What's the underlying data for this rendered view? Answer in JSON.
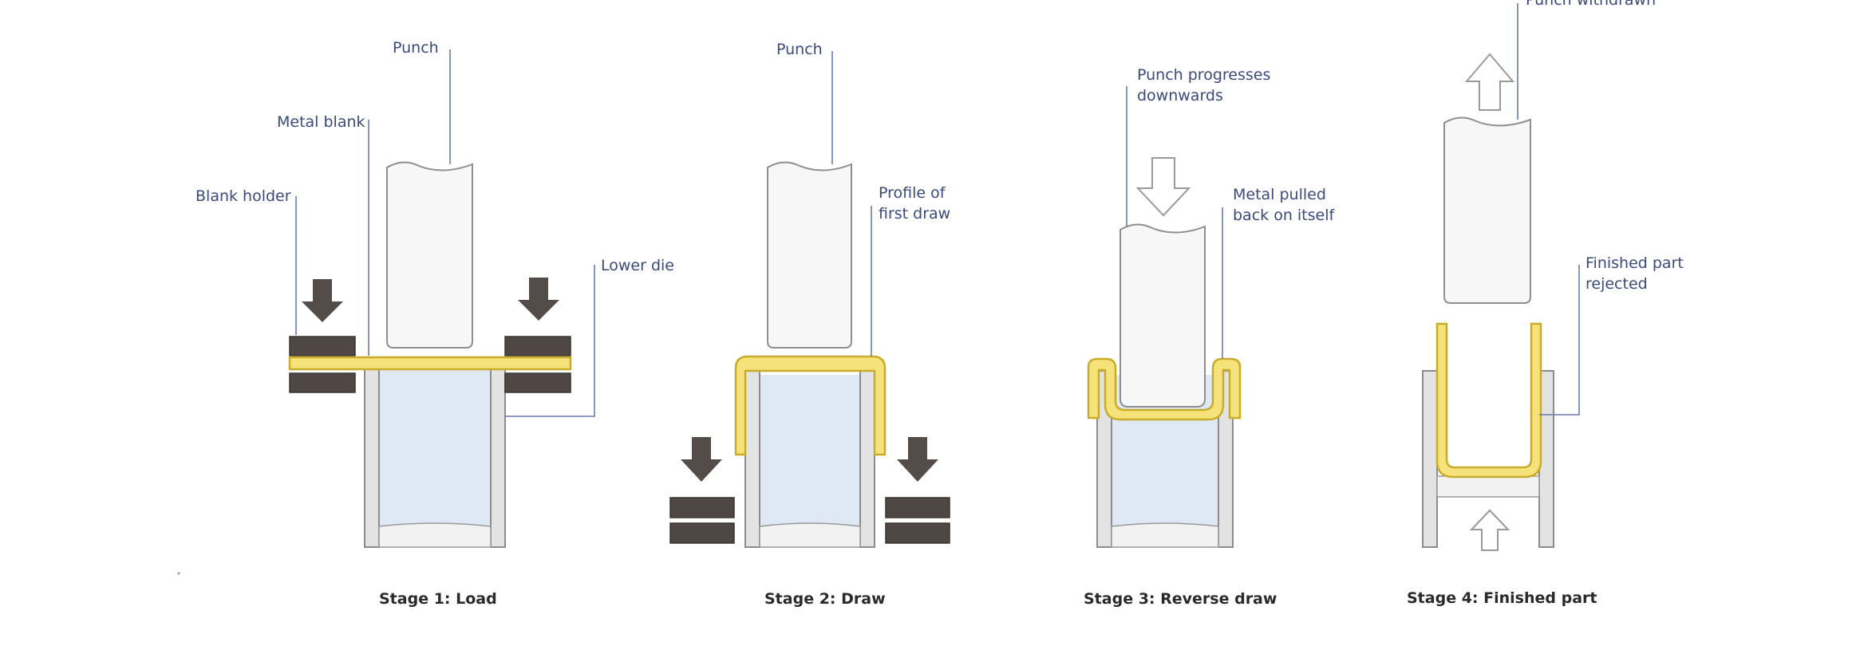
{
  "labels": {
    "s1_punch": "Punch",
    "s1_metal_blank": "Metal blank",
    "s1_blank_holder": "Blank holder",
    "s1_lower_die": "Lower die",
    "s2_punch": "Punch",
    "s2_profile_1": "Profile of",
    "s2_profile_2": "first draw",
    "s3_progress_1": "Punch progresses",
    "s3_progress_2": "downwards",
    "s3_metal_1": "Metal pulled",
    "s3_metal_2": "back on itself",
    "s4_withdrawn": "Punch withdrawn",
    "s4_rejected_1": "Finished part",
    "s4_rejected_2": "rejected"
  },
  "stages": {
    "s1": "Stage 1: Load",
    "s2": "Stage 2: Draw",
    "s3": "Stage 3: Reverse draw",
    "s4": "Stage 4: Finished part"
  },
  "colors": {
    "metal": "#f6e27a",
    "holder": "#4f4743",
    "die_cavity": "#dfe9f6",
    "label": "#3a4a7a"
  }
}
